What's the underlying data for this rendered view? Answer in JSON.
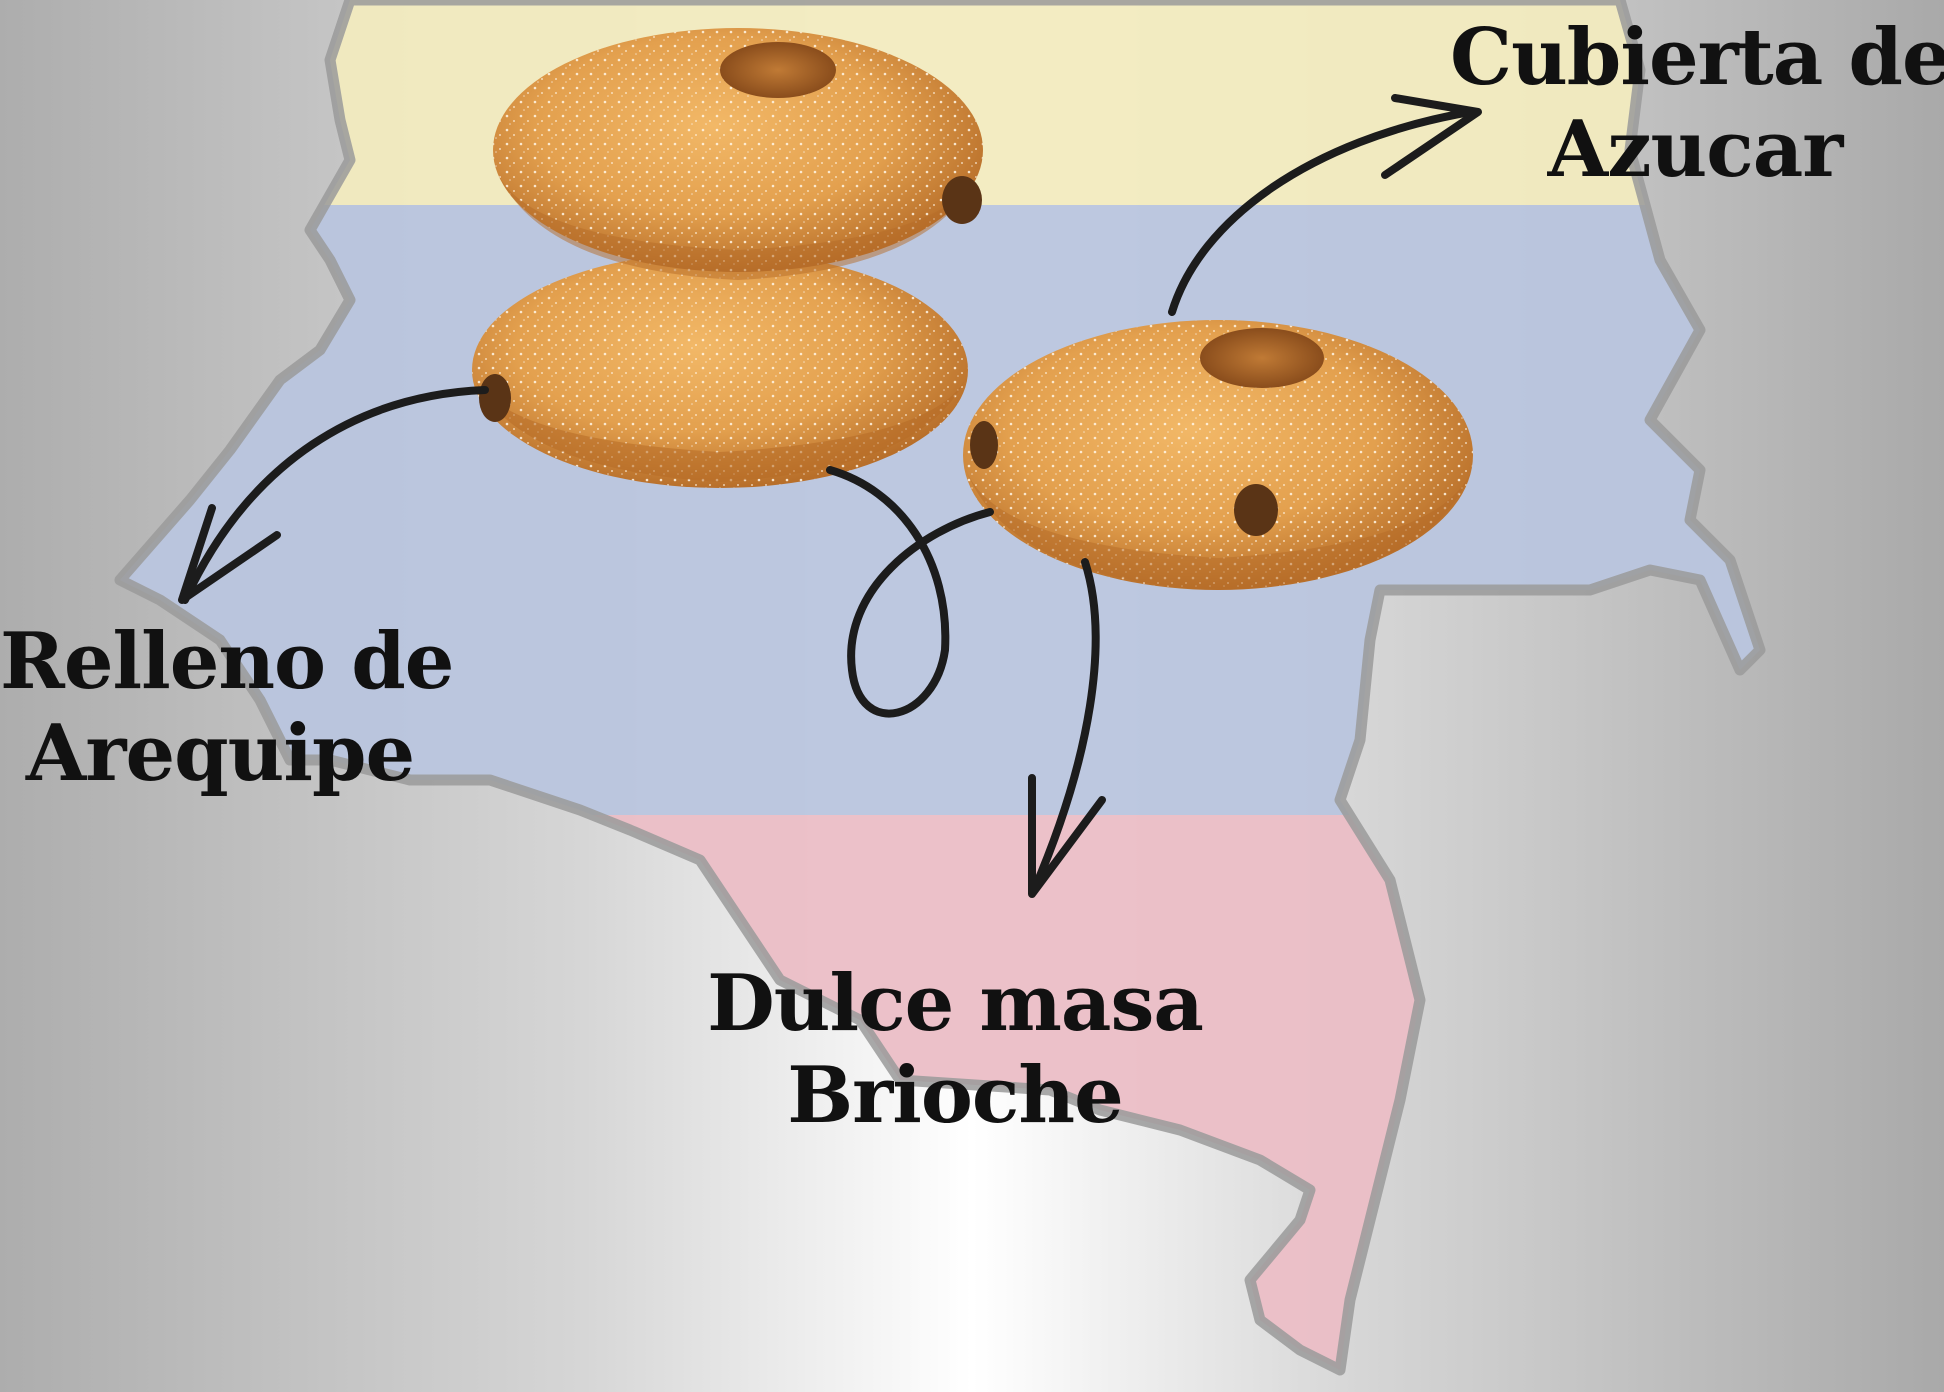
{
  "colors": {
    "flag_yellow": "#f2ebbf",
    "flag_blue": "#b9c5de",
    "flag_red": "#ebbec6",
    "outline": "#9a9a9a",
    "donut": "#e3a04e",
    "sugar": "#fff6e6",
    "filling": "#5a3416",
    "arrow": "#1c1c1c",
    "text": "#111111"
  },
  "icons": {
    "map": "colombia-map-icon",
    "donut": "donut-icon",
    "arrow": "hand-drawn-arrow-icon"
  },
  "labels": {
    "sugar_coating": {
      "line1": "Cubierta de",
      "line2": "Azucar"
    },
    "arequipe_filling": {
      "line1": "Relleno de",
      "line2": "Arequipe"
    },
    "brioche_dough": {
      "line1": "Dulce masa",
      "line2": "Brioche"
    }
  }
}
